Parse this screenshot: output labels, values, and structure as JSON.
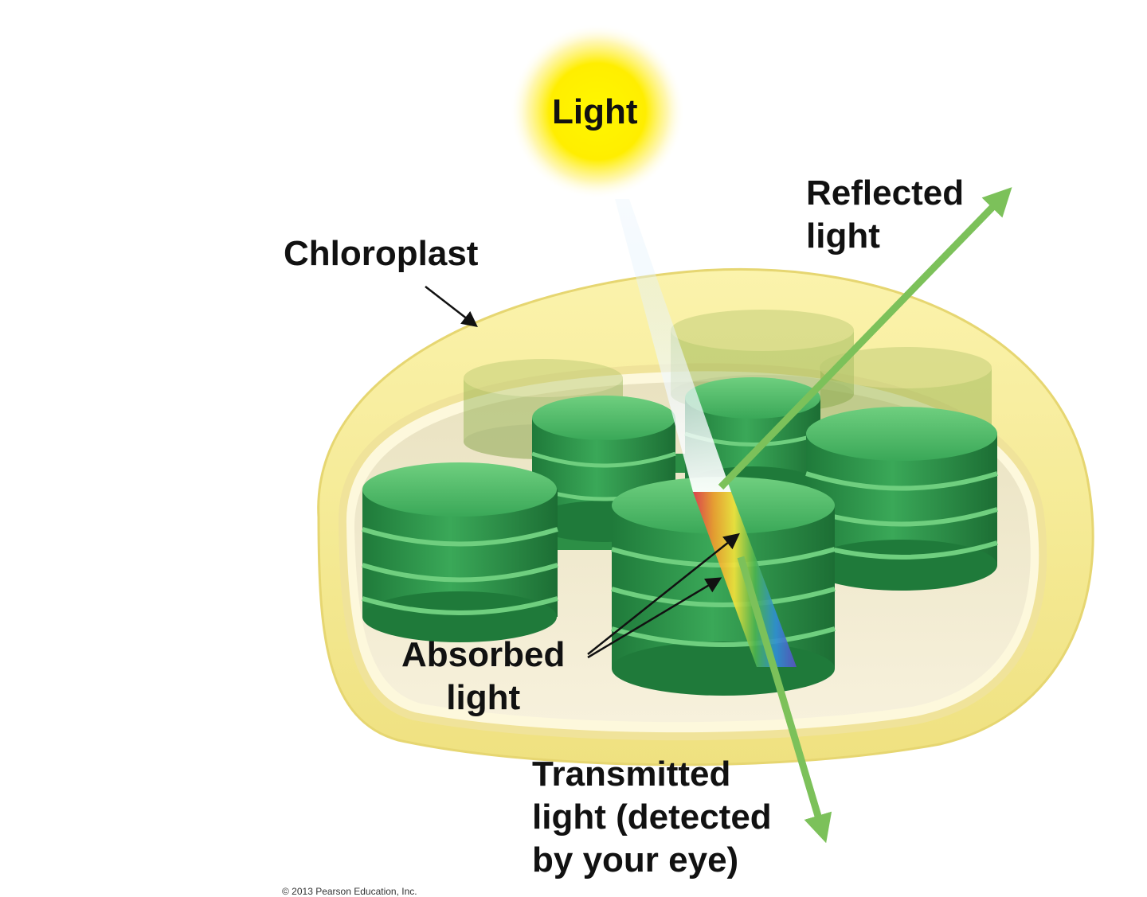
{
  "labels": {
    "light": "Light",
    "chloroplast": "Chloroplast",
    "reflected": [
      "Reflected",
      "light"
    ],
    "absorbed": [
      "Absorbed",
      "light"
    ],
    "transmitted": [
      "Transmitted",
      "light (detected",
      "by your eye)"
    ]
  },
  "copyright": "© 2013 Pearson Education, Inc.",
  "colors": {
    "sun": "#ffee00",
    "envelope": "#f6eb8e",
    "stroma": "#f3ecd0",
    "granum": "#2e9a4c",
    "granum_highlight": "#5cc46e",
    "arrow": "#7cc15a",
    "spectrum": [
      "#e8344a",
      "#f59b2c",
      "#f7e43a",
      "#4cb450",
      "#2f8fd6",
      "#5a4fc4"
    ]
  }
}
